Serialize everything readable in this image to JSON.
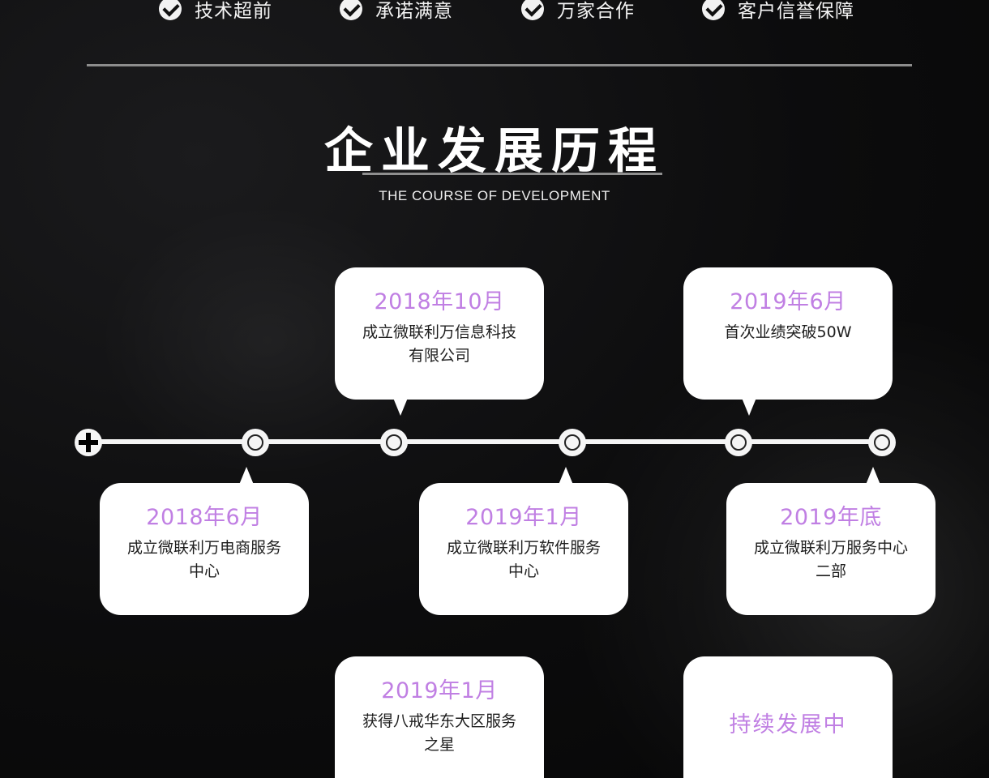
{
  "features": [
    "技术超前",
    "承诺满意",
    "万家合作",
    "客户信誉保障"
  ],
  "title": "企业发展历程",
  "subtitle": "THE COURSE OF DEVELOPMENT",
  "milestones_top": [
    {
      "date": "2018年10月",
      "desc": "成立微联利万信息科技有限公司"
    },
    {
      "date": "2019年6月",
      "desc": "首次业绩突破50W"
    }
  ],
  "milestones_below": [
    {
      "date": "2018年6月",
      "desc": "成立微联利万电商服务中心"
    },
    {
      "date": "2019年1月",
      "desc": "成立微联利万软件服务中心"
    },
    {
      "date": "2019年底",
      "desc": "成立微联利万服务中心二部"
    }
  ],
  "milestones_bottom": [
    {
      "date": "2019年1月",
      "desc": "获得八戒华东大区服务之星"
    },
    {
      "text": "持续发展中"
    }
  ],
  "colors": {
    "accent": "#c07fe3",
    "background": "#0c0c0d"
  }
}
